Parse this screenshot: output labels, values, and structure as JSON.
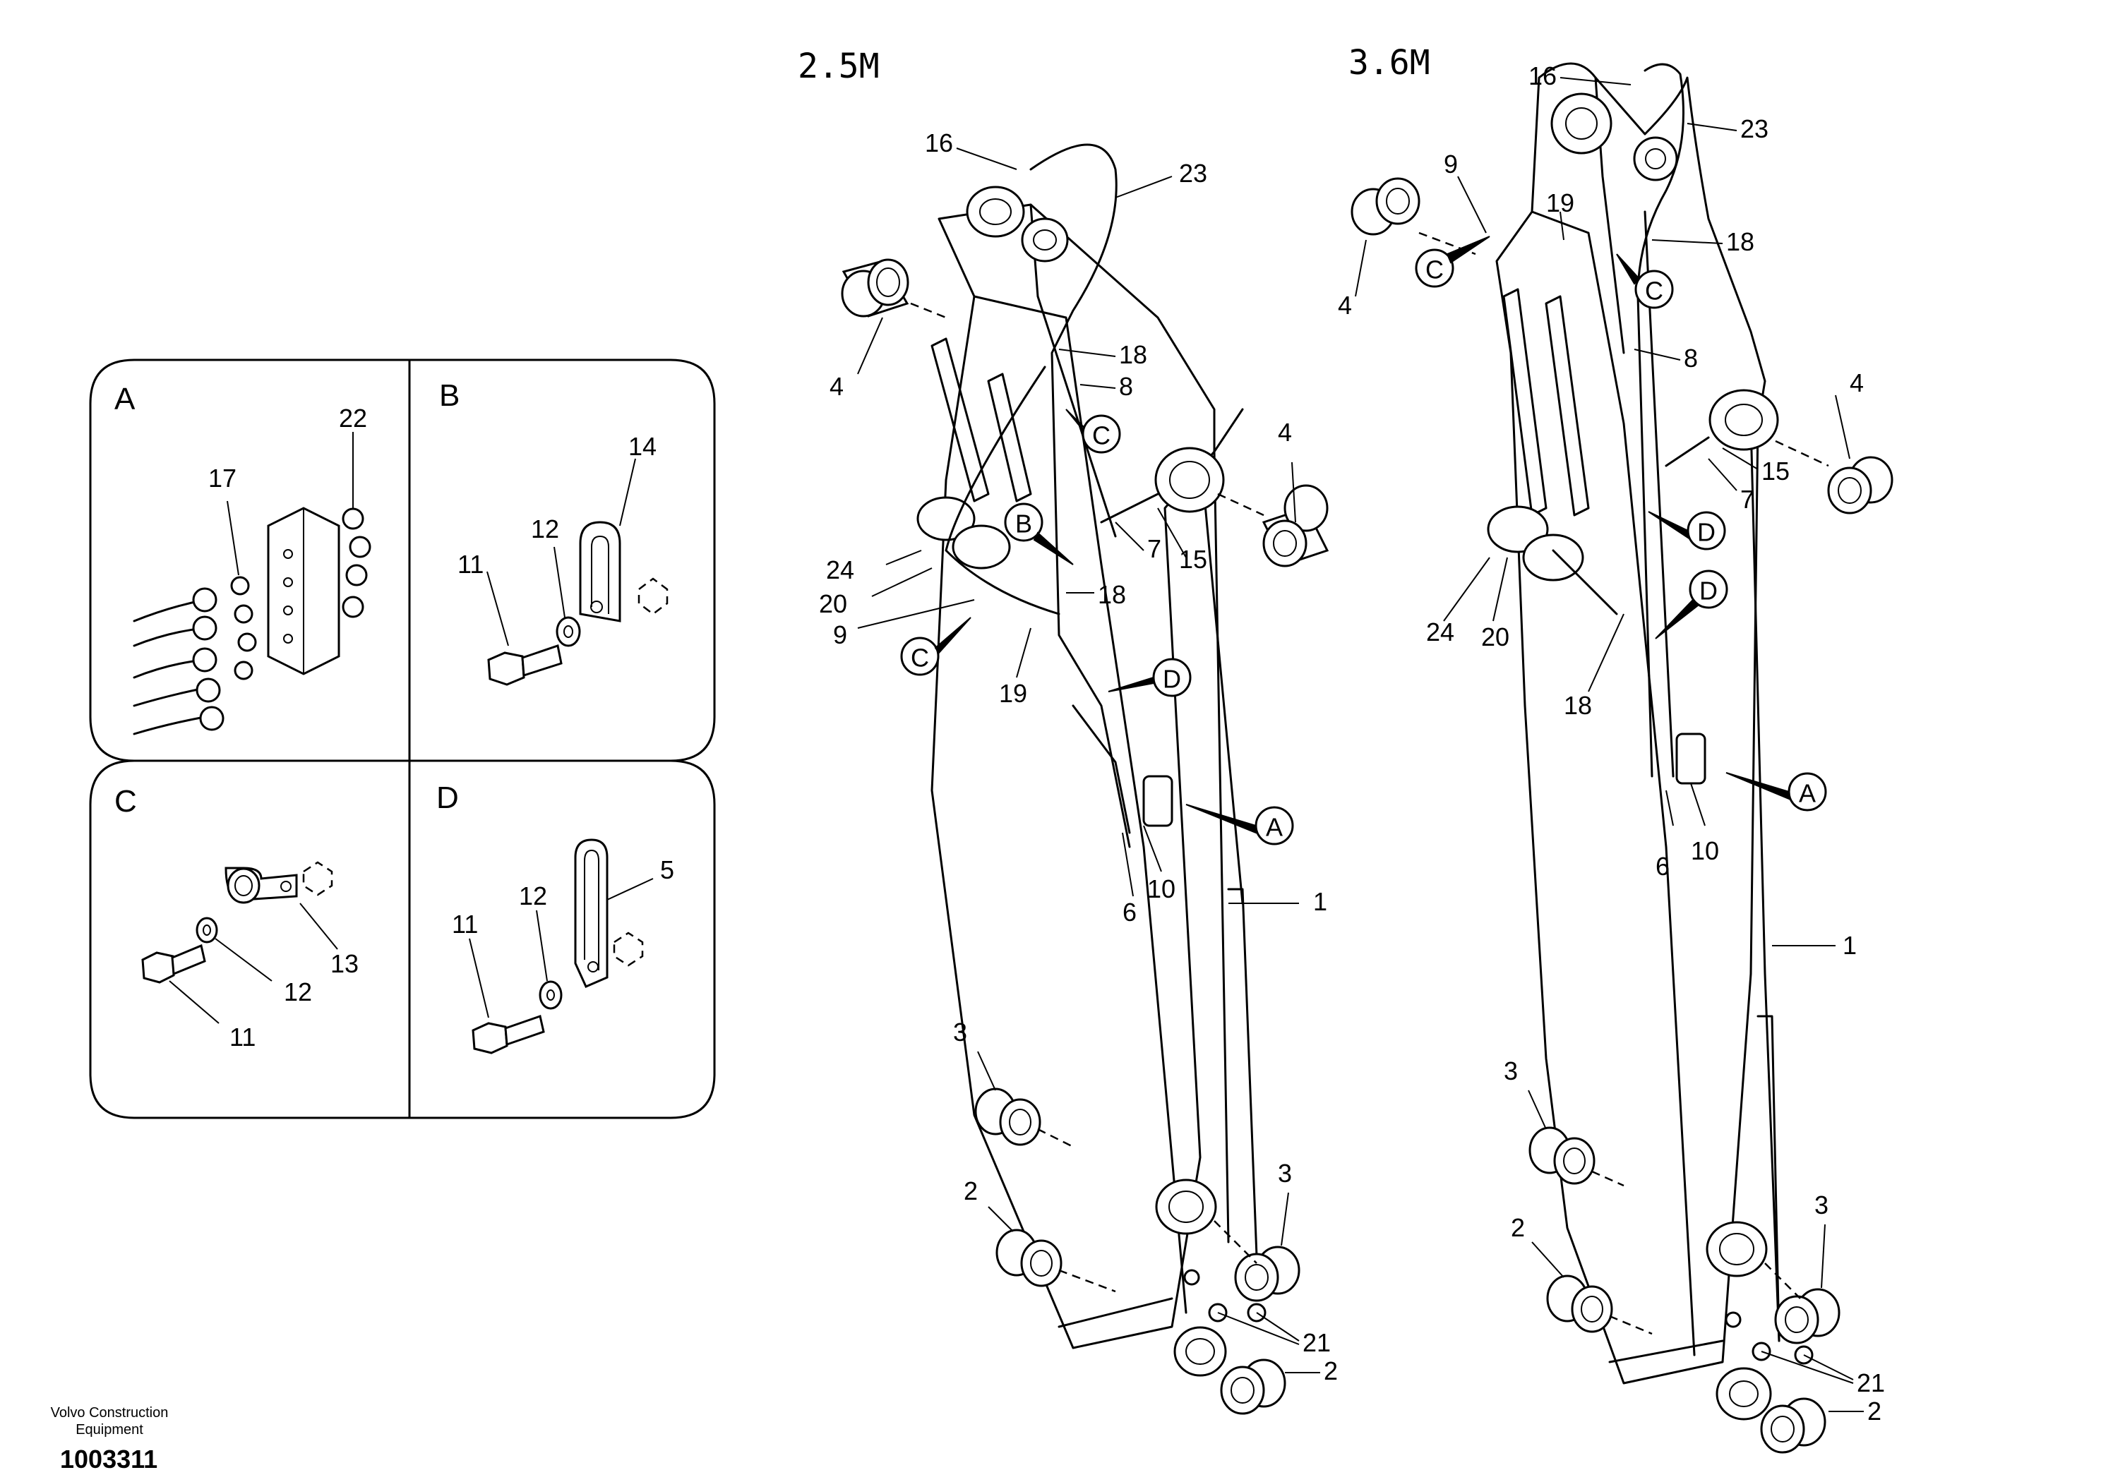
{
  "views": {
    "left_title": "2.5M",
    "right_title": "3.6M"
  },
  "details": {
    "a": "A",
    "b": "B",
    "c": "C",
    "d": "D"
  },
  "detail_labels": {
    "a_22": "22",
    "a_17": "17",
    "b_14": "14",
    "b_12": "12",
    "b_11": "11",
    "c_13": "13",
    "c_12": "12",
    "c_11": "11",
    "d_5": "5",
    "d_12": "12",
    "d_11": "11"
  },
  "left_labels": {
    "l16": "16",
    "l23": "23",
    "l4a": "4",
    "l18a": "18",
    "l8": "8",
    "l4b": "4",
    "l24": "24",
    "l20": "20",
    "l9": "9",
    "l18b": "18",
    "l7": "7",
    "l15": "15",
    "l19": "19",
    "l10": "10",
    "l6": "6",
    "l1": "1",
    "l3a": "3",
    "l2a": "2",
    "l3b": "3",
    "l21": "21",
    "l2b": "2"
  },
  "left_callouts": {
    "c_upper": "C",
    "b": "B",
    "c_lower": "C",
    "d": "D",
    "a": "A"
  },
  "right_labels": {
    "r16": "16",
    "r23": "23",
    "r9": "9",
    "r19": "19",
    "r18a": "18",
    "r4a": "4",
    "r8": "8",
    "r4b": "4",
    "r15": "15",
    "r7": "7",
    "r24": "24",
    "r20": "20",
    "r18b": "18",
    "r6": "6",
    "r10": "10",
    "r1": "1",
    "r3a": "3",
    "r2a": "2",
    "r3b": "3",
    "r21": "21",
    "r2b": "2"
  },
  "right_callouts": {
    "c_left": "C",
    "c_right": "C",
    "d_upper": "D",
    "d_lower": "D",
    "a": "A"
  },
  "footer": {
    "company_line1": "Volvo Construction",
    "company_line2": "Equipment",
    "drawing_number": "1003311"
  }
}
